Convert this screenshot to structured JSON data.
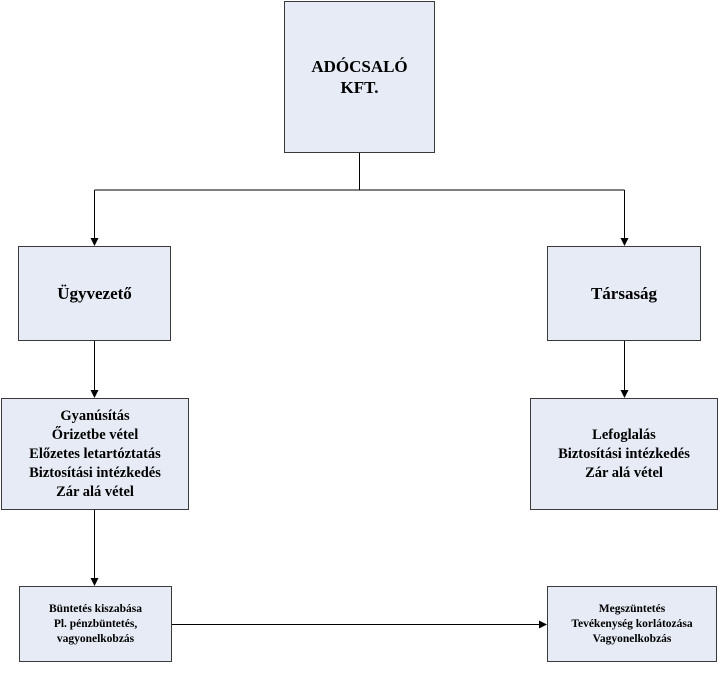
{
  "diagram": {
    "root": {
      "lines": [
        "ADÓCSALÓ",
        "KFT."
      ]
    },
    "left_branch": {
      "title": "Ügyvezető",
      "measures": [
        "Gyanúsítás",
        "Őrizetbe vétel",
        "Előzetes letartóztatás",
        "Biztosítási intézkedés",
        "Zár alá vétel"
      ],
      "sanctions": [
        "Büntetés kiszabása",
        "Pl. pénzbüntetés,",
        "vagyonelkobzás"
      ]
    },
    "right_branch": {
      "title": "Társaság",
      "measures": [
        "Lefoglalás",
        "Biztosítási intézkedés",
        "Zár alá vétel"
      ],
      "sanctions": [
        "Megszüntetés",
        "Tevékenység korlátozása",
        "Vagyonelkobzás"
      ]
    }
  }
}
